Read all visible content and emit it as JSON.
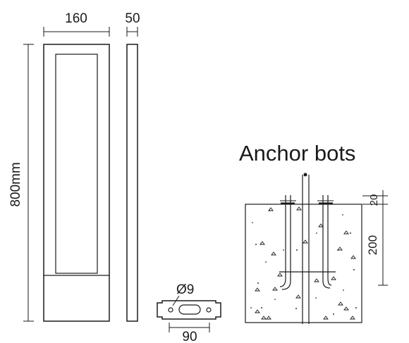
{
  "front_view": {
    "width_label": "160",
    "height_label": "800mm"
  },
  "side_view": {
    "depth_label": "50"
  },
  "base_plate": {
    "hole_label": "Ø9",
    "width_label": "90"
  },
  "anchor_section": {
    "title": "Anchor bots",
    "top_dim_label": "20",
    "embed_dim_label": "200"
  }
}
